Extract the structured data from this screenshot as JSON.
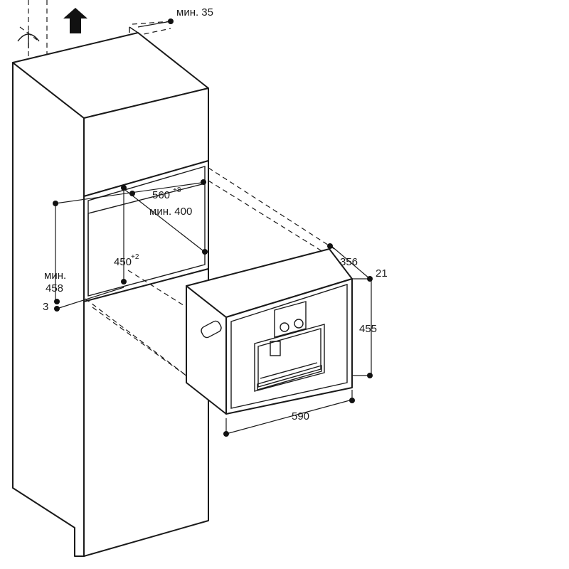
{
  "dimensions": {
    "top_gap": "мин. 35",
    "niche_width": "560",
    "niche_width_tol": "+8",
    "niche_depth": "мин. 400",
    "niche_height": "450",
    "niche_height_tol": "+2",
    "cabinet_height_line1": "мин.",
    "cabinet_height_line2": "458",
    "bottom_gap": "3",
    "appliance_depth": "356",
    "front_offset": "21",
    "appliance_height": "455",
    "appliance_width": "590"
  },
  "colors": {
    "line": "#1a1a1a",
    "background": "#ffffff"
  },
  "icons": {
    "airflow": "arrow-up-icon",
    "hinge": "bracket-icon"
  }
}
